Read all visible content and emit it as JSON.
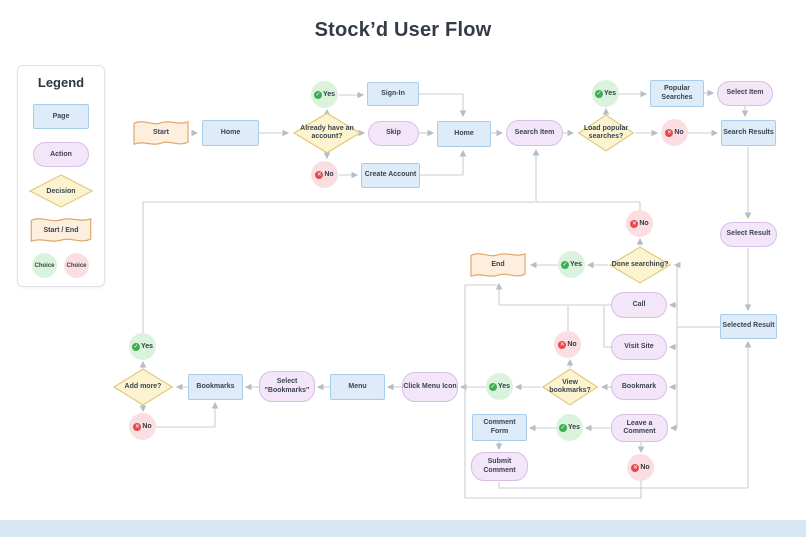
{
  "title": "Stock’d User Flow",
  "legend": {
    "title": "Legend",
    "items": [
      {
        "type": "page",
        "label": "Page"
      },
      {
        "type": "action",
        "label": "Action"
      },
      {
        "type": "decision",
        "label": "Decision"
      },
      {
        "type": "startend",
        "label": "Start / End"
      },
      {
        "type": "choice-yes",
        "label": "Choice"
      },
      {
        "type": "choice-no",
        "label": "Choice"
      }
    ]
  },
  "nodes": {
    "start": {
      "label": "Start",
      "type": "startend"
    },
    "home1": {
      "label": "Home",
      "type": "page"
    },
    "account_q": {
      "label": "Already have an account?",
      "type": "decision"
    },
    "yes_account": {
      "label": "Yes",
      "type": "choice"
    },
    "no_account": {
      "label": "No",
      "type": "choice"
    },
    "signin": {
      "label": "Sign-In",
      "type": "page"
    },
    "skip": {
      "label": "Skip",
      "type": "action"
    },
    "create_account": {
      "label": "Create Account",
      "type": "page"
    },
    "home2": {
      "label": "Home",
      "type": "page"
    },
    "search_item": {
      "label": "Search Item",
      "type": "action"
    },
    "load_q": {
      "label": "Load popular searches?",
      "type": "decision"
    },
    "yes_load": {
      "label": "Yes",
      "type": "choice"
    },
    "no_load": {
      "label": "No",
      "type": "choice"
    },
    "popular": {
      "label": "Popular Searches",
      "type": "page"
    },
    "select_item": {
      "label": "Select Item",
      "type": "action"
    },
    "search_results": {
      "label": "Search Results",
      "type": "page"
    },
    "select_result": {
      "label": "Select Result",
      "type": "action"
    },
    "selected_result": {
      "label": "Selected Result",
      "type": "page"
    },
    "done_q": {
      "label": "Done searching?",
      "type": "decision"
    },
    "no_done": {
      "label": "No",
      "type": "choice"
    },
    "yes_done": {
      "label": "Yes",
      "type": "choice"
    },
    "end": {
      "label": "End",
      "type": "startend"
    },
    "call": {
      "label": "Call",
      "type": "action"
    },
    "visit_site": {
      "label": "Visit Site",
      "type": "action"
    },
    "bookmark": {
      "label": "Bookmark",
      "type": "action"
    },
    "leave_comment": {
      "label": "Leave a Comment",
      "type": "action"
    },
    "yes_comment": {
      "label": "Yes",
      "type": "choice"
    },
    "no_comment": {
      "label": "No",
      "type": "choice"
    },
    "comment_form": {
      "label": "Comment Form",
      "type": "page"
    },
    "submit_comment": {
      "label": "Submit Comment",
      "type": "action"
    },
    "view_q": {
      "label": "View bookmarks?",
      "type": "decision"
    },
    "no_view": {
      "label": "No",
      "type": "choice"
    },
    "yes_view": {
      "label": "Yes",
      "type": "choice"
    },
    "click_menu": {
      "label": "Click Menu Icon",
      "type": "action"
    },
    "menu": {
      "label": "Menu",
      "type": "page"
    },
    "select_bookmarks": {
      "label": "Select \"Bookmarks\"",
      "type": "action"
    },
    "bookmarks": {
      "label": "Bookmarks",
      "type": "page"
    },
    "add_q": {
      "label": "Add more?",
      "type": "decision"
    },
    "yes_add": {
      "label": "Yes",
      "type": "choice"
    },
    "no_add": {
      "label": "No",
      "type": "choice"
    }
  },
  "edges": [
    {
      "from": "start",
      "to": "home1"
    },
    {
      "from": "home1",
      "to": "account_q"
    },
    {
      "from": "account_q",
      "via": "Yes",
      "to": "signin"
    },
    {
      "from": "account_q",
      "to": "skip"
    },
    {
      "from": "account_q",
      "via": "No",
      "to": "create_account"
    },
    {
      "from": "signin",
      "to": "home2"
    },
    {
      "from": "skip",
      "to": "home2"
    },
    {
      "from": "create_account",
      "to": "home2"
    },
    {
      "from": "home2",
      "to": "search_item"
    },
    {
      "from": "search_item",
      "to": "load_q"
    },
    {
      "from": "load_q",
      "via": "Yes",
      "to": "popular"
    },
    {
      "from": "load_q",
      "via": "No",
      "to": "search_results"
    },
    {
      "from": "popular",
      "to": "select_item"
    },
    {
      "from": "select_item",
      "to": "search_results"
    },
    {
      "from": "search_results",
      "to": "select_result"
    },
    {
      "from": "select_result",
      "to": "selected_result"
    },
    {
      "from": "selected_result",
      "to": "done_q"
    },
    {
      "from": "selected_result",
      "to": "call"
    },
    {
      "from": "selected_result",
      "to": "visit_site"
    },
    {
      "from": "selected_result",
      "to": "bookmark"
    },
    {
      "from": "selected_result",
      "to": "leave_comment"
    },
    {
      "from": "done_q",
      "via": "Yes",
      "to": "end"
    },
    {
      "from": "done_q",
      "via": "No",
      "to": "search_item"
    },
    {
      "from": "call",
      "to": "end"
    },
    {
      "from": "visit_site",
      "to": "end"
    },
    {
      "from": "bookmark",
      "to": "view_q"
    },
    {
      "from": "view_q",
      "via": "No",
      "to": "end"
    },
    {
      "from": "view_q",
      "via": "Yes",
      "to": "click_menu"
    },
    {
      "from": "click_menu",
      "to": "menu"
    },
    {
      "from": "menu",
      "to": "select_bookmarks"
    },
    {
      "from": "select_bookmarks",
      "to": "bookmarks"
    },
    {
      "from": "bookmarks",
      "to": "add_q"
    },
    {
      "from": "add_q",
      "via": "Yes",
      "to": "search_item"
    },
    {
      "from": "add_q",
      "via": "No",
      "to": "bookmarks"
    },
    {
      "from": "leave_comment",
      "via": "Yes",
      "to": "comment_form"
    },
    {
      "from": "leave_comment",
      "via": "No",
      "to": "end"
    },
    {
      "from": "comment_form",
      "to": "submit_comment"
    },
    {
      "from": "submit_comment",
      "to": "selected_result"
    }
  ],
  "colors": {
    "page_fill": "#ddecf8",
    "page_border": "#a9cde9",
    "action_fill": "#f3e6f9",
    "action_border": "#d8bde9",
    "decision_fill": "#fcf4d1",
    "decision_border": "#e0cb7c",
    "startend_fill": "#fdeedd",
    "startend_border": "#e2a76c",
    "choice_yes_fill": "#daf3dc",
    "choice_no_fill": "#fbdee1",
    "connector": "#c9ced5",
    "footer_band": "#d8e8f2"
  }
}
